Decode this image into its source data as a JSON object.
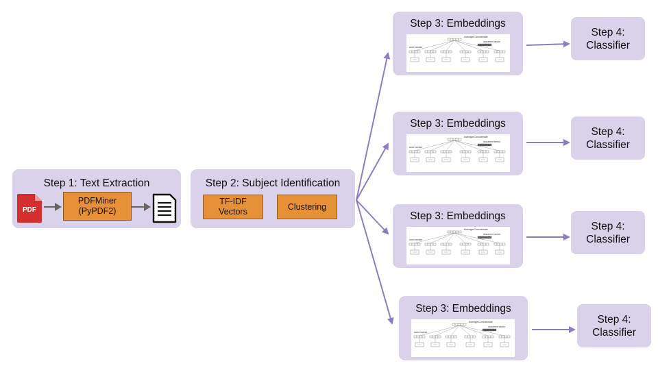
{
  "step1": {
    "title": "Step 1: Text Extraction",
    "pdf_icon_text": "PDF",
    "tool_line1": "PDFMiner",
    "tool_line2": "(PyPDF2)"
  },
  "step2": {
    "title": "Step 2: Subject Identification",
    "method1_line1": "TF-IDF",
    "method1_line2": "Vectors",
    "method2": "Clustering"
  },
  "step3": {
    "title": "Step 3: Embeddings",
    "fig_top": "Average/Concatenate",
    "fig_doc": "document vector",
    "fig_word": "word vectors"
  },
  "step4": {
    "line1": "Step 4:",
    "line2": "Classifier"
  },
  "colors": {
    "box_fill": "#d9d2ea",
    "arrow": "#8e7cc3",
    "tool_fill": "#e69138"
  }
}
